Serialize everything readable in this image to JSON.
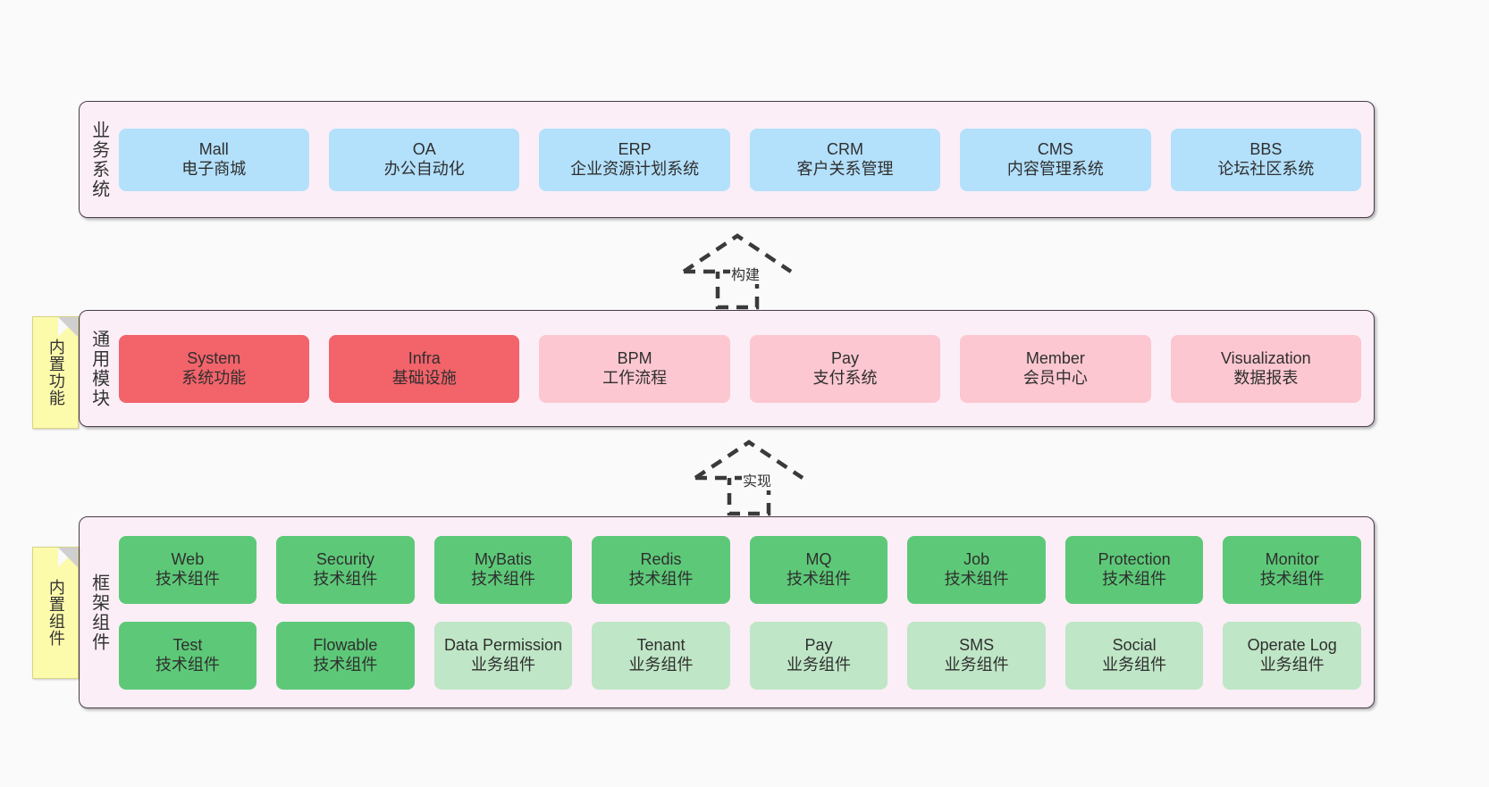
{
  "canvas": {
    "background": "#fafafa",
    "layer_background": "#fbeef7",
    "layer_border": "#4a3f4a",
    "note_background": "#fcfaab"
  },
  "notes": [
    {
      "id": "features",
      "label": "内置功能"
    },
    {
      "id": "components",
      "label": "内置组件"
    }
  ],
  "connectors": [
    {
      "id": "build",
      "label": "构建",
      "style": "dashed-generalization"
    },
    {
      "id": "implement",
      "label": "实现",
      "style": "dashed-generalization"
    }
  ],
  "layers": [
    {
      "id": "business",
      "title": "业务系统",
      "rows": [
        {
          "cards": [
            {
              "en": "Mall",
              "cn": "电子商城",
              "color": "#b3e0fb"
            },
            {
              "en": "OA",
              "cn": "办公自动化",
              "color": "#b3e0fb"
            },
            {
              "en": "ERP",
              "cn": "企业资源计划系统",
              "color": "#b3e0fb"
            },
            {
              "en": "CRM",
              "cn": "客户关系管理",
              "color": "#b3e0fb"
            },
            {
              "en": "CMS",
              "cn": "内容管理系统",
              "color": "#b3e0fb"
            },
            {
              "en": "BBS",
              "cn": "论坛社区系统",
              "color": "#b3e0fb"
            }
          ]
        }
      ]
    },
    {
      "id": "modules",
      "title": "通用模块",
      "rows": [
        {
          "cards": [
            {
              "en": "System",
              "cn": "系统功能",
              "color": "#f2636a"
            },
            {
              "en": "Infra",
              "cn": "基础设施",
              "color": "#f2636a"
            },
            {
              "en": "BPM",
              "cn": "工作流程",
              "color": "#fcc7d0"
            },
            {
              "en": "Pay",
              "cn": "支付系统",
              "color": "#fcc7d0"
            },
            {
              "en": "Member",
              "cn": "会员中心",
              "color": "#fcc7d0"
            },
            {
              "en": "Visualization",
              "cn": "数据报表",
              "color": "#fcc7d0"
            }
          ]
        }
      ]
    },
    {
      "id": "framework",
      "title": "框架组件",
      "rows": [
        {
          "cards": [
            {
              "en": "Web",
              "cn": "技术组件",
              "color": "#5dc978"
            },
            {
              "en": "Security",
              "cn": "技术组件",
              "color": "#5dc978"
            },
            {
              "en": "MyBatis",
              "cn": "技术组件",
              "color": "#5dc978"
            },
            {
              "en": "Redis",
              "cn": "技术组件",
              "color": "#5dc978"
            },
            {
              "en": "MQ",
              "cn": "技术组件",
              "color": "#5dc978"
            },
            {
              "en": "Job",
              "cn": "技术组件",
              "color": "#5dc978"
            },
            {
              "en": "Protection",
              "cn": "技术组件",
              "color": "#5dc978"
            },
            {
              "en": "Monitor",
              "cn": "技术组件",
              "color": "#5dc978"
            }
          ]
        },
        {
          "cards": [
            {
              "en": "Test",
              "cn": "技术组件",
              "color": "#5dc978"
            },
            {
              "en": "Flowable",
              "cn": "技术组件",
              "color": "#5dc978"
            },
            {
              "en": "Data Permission",
              "cn": "业务组件",
              "color": "#bfe6c6"
            },
            {
              "en": "Tenant",
              "cn": "业务组件",
              "color": "#bfe6c6"
            },
            {
              "en": "Pay",
              "cn": "业务组件",
              "color": "#bfe6c6"
            },
            {
              "en": "SMS",
              "cn": "业务组件",
              "color": "#bfe6c6"
            },
            {
              "en": "Social",
              "cn": "业务组件",
              "color": "#bfe6c6"
            },
            {
              "en": "Operate Log",
              "cn": "业务组件",
              "color": "#bfe6c6"
            }
          ]
        }
      ]
    }
  ]
}
